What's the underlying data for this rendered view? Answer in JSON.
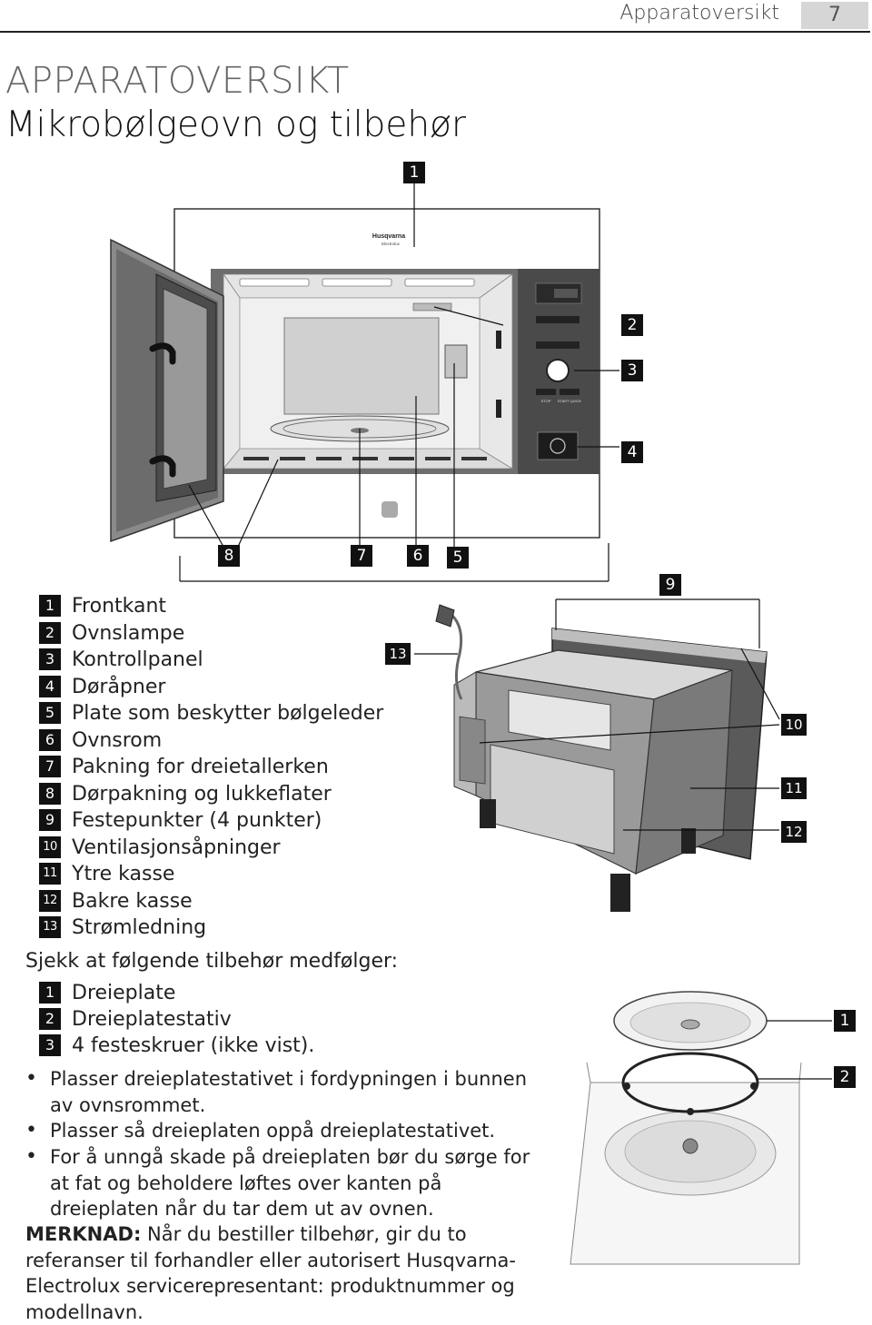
{
  "header": {
    "section_title": "Apparatoversikt",
    "page_number": "7"
  },
  "title": {
    "main": "APPARATOVERSIKT",
    "sub": "Mikrobølgeovn og tilbehør"
  },
  "callouts": {
    "c1": "1",
    "c2": "2",
    "c3": "3",
    "c4": "4",
    "c5": "5",
    "c6": "6",
    "c7": "7",
    "c8": "8",
    "c9": "9",
    "c10": "10",
    "c11": "11",
    "c12": "12",
    "c13": "13",
    "a1": "1",
    "a2": "2"
  },
  "oven_panel": {
    "brand": "Husqvarna",
    "sub_brand": "Electrolux",
    "stop_label": "STOP",
    "start_label": "START QUICK"
  },
  "legend": [
    {
      "num": "1",
      "text": "Frontkant"
    },
    {
      "num": "2",
      "text": "Ovnslampe"
    },
    {
      "num": "3",
      "text": "Kontrollpanel"
    },
    {
      "num": "4",
      "text": "Døråpner"
    },
    {
      "num": "5",
      "text": "Plate som beskytter bølgeleder"
    },
    {
      "num": "6",
      "text": "Ovnsrom"
    },
    {
      "num": "7",
      "text": "Pakning for dreietallerken"
    },
    {
      "num": "8",
      "text": "Dørpakning og lukkeflater"
    },
    {
      "num": "9",
      "text": "Festepunkter (4 punkter)"
    },
    {
      "num": "10",
      "text": "Ventilasjonsåpninger"
    },
    {
      "num": "11",
      "text": "Ytre kasse"
    },
    {
      "num": "12",
      "text": "Bakre kasse"
    },
    {
      "num": "13",
      "text": "Strømledning"
    }
  ],
  "accessories": {
    "title": "Sjekk at følgende tilbehør medfølger:",
    "items": [
      {
        "num": "1",
        "text": "Dreieplate"
      },
      {
        "num": "2",
        "text": "Dreieplatestativ"
      },
      {
        "num": "3",
        "text": "4 festeskruer (ikke vist)."
      }
    ]
  },
  "bullets": {
    "b1": "Plasser dreieplatestativet i fordypningen i bunnen av ovnsrommet.",
    "b2": "Plasser så dreieplaten oppå dreieplatestativet.",
    "b3": "For å unngå skade på dreieplaten bør du sørge for at fat og beholdere løftes over kanten på dreieplaten når du tar dem ut av ovnen."
  },
  "note": {
    "label": "MERKNAD:",
    "text": " Når du bestiller tilbehør, gir du to referanser til forhandler eller autorisert Husqvarna-Electrolux servicerepresentant: produktnummer og modellnavn."
  }
}
